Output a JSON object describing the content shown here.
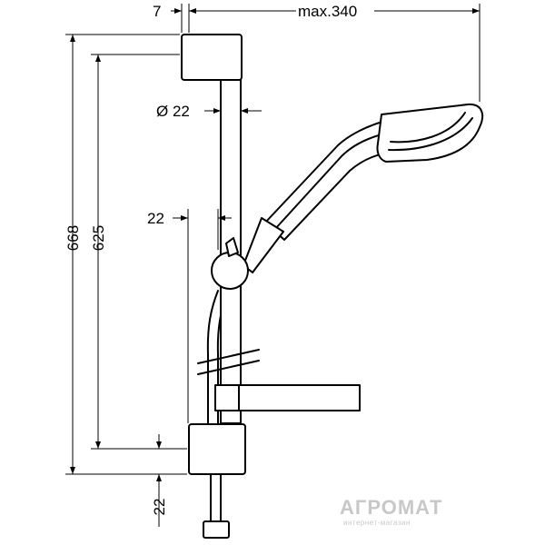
{
  "dimensions": {
    "top_offset": "7",
    "max_reach": "max.340",
    "pipe_diameter": "Ø 22",
    "total_height": "668",
    "rail_length": "625",
    "holder_offset": "22",
    "bottom_offset": "22"
  },
  "watermark": {
    "brand": "АГРОМАТ",
    "tagline": "интернет-магазин"
  }
}
